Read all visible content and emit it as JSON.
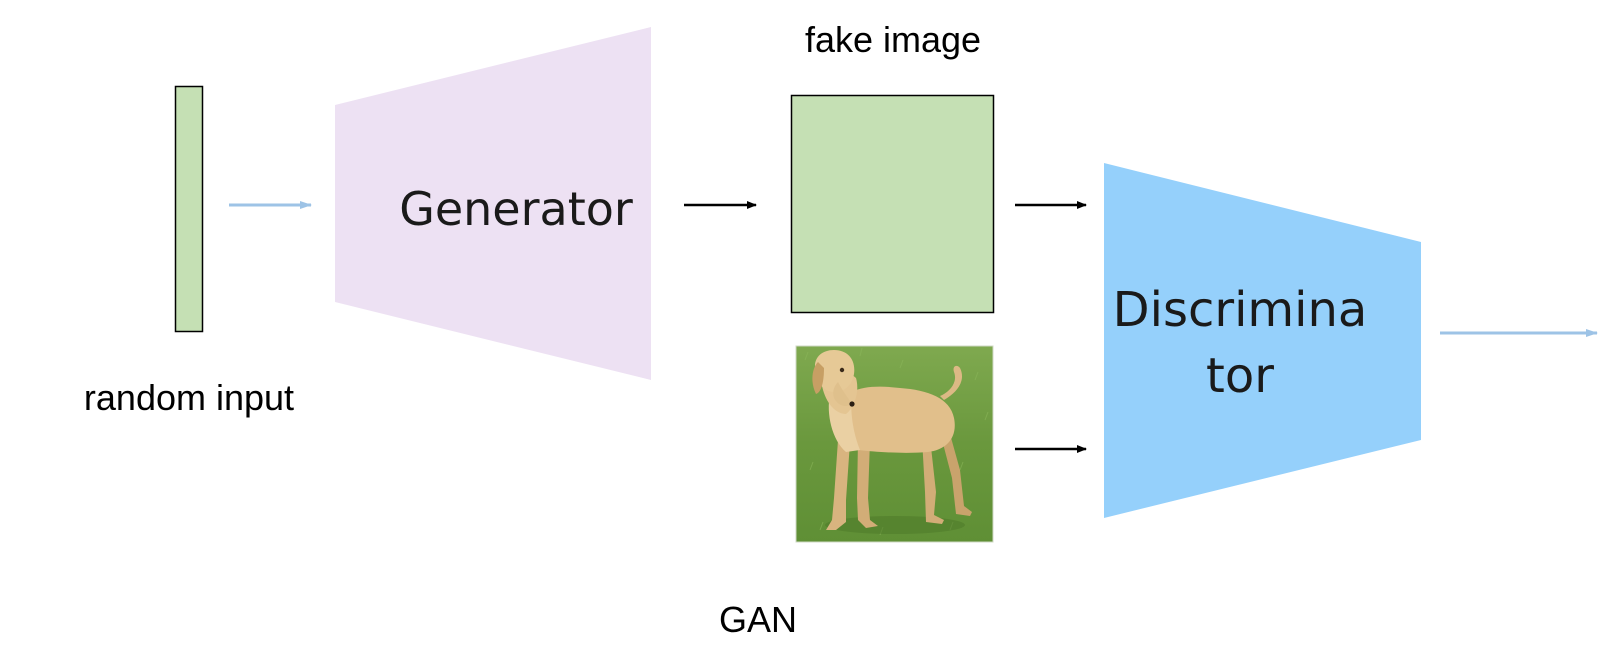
{
  "labels": {
    "random_input": "random input",
    "generator": "Generator",
    "fake_image": "fake image",
    "discriminator_line1": "Discrimina",
    "discriminator_line2": "tor",
    "caption": "GAN"
  },
  "colors": {
    "noise_vector_fill": "#c5e0b4",
    "generator_fill": "#ede1f3",
    "fake_image_fill": "#c5e0b4",
    "discriminator_fill": "#95d0fb",
    "input_arrow": "#9dc3e6",
    "output_arrow": "#9dc3e6",
    "internal_arrow": "#000000",
    "grass": "#6b9a3f",
    "dog_fur": "#dcb985"
  },
  "icons": {
    "real_image": "dog-photo-icon"
  }
}
